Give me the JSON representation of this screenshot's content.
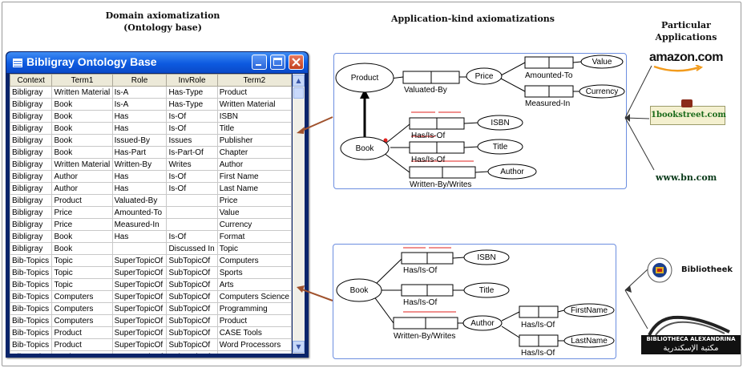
{
  "headers": {
    "domain_line1": "Domain axiomatization",
    "domain_line2": "(Ontology base)",
    "application": "Application-kind axiomatizations",
    "particular": "Particular Applications"
  },
  "window": {
    "title": "Bibligray Ontology Base",
    "columns": [
      "Context",
      "Term1",
      "Role",
      "InvRole",
      "Term2"
    ],
    "rows": [
      [
        "Bibligray",
        "Written Material",
        "Is-A",
        "Has-Type",
        "Product"
      ],
      [
        "Bibligray",
        "Book",
        "Is-A",
        "Has-Type",
        "Written Material"
      ],
      [
        "Bibligray",
        "Book",
        "Has",
        "Is-Of",
        "ISBN"
      ],
      [
        "Bibligray",
        "Book",
        "Has",
        "Is-Of",
        "Title"
      ],
      [
        "Bibligray",
        "Book",
        "Issued-By",
        "Issues",
        "Publisher"
      ],
      [
        "Bibligray",
        "Book",
        "Has-Part",
        "Is-Part-Of",
        "Chapter"
      ],
      [
        "Bibligray",
        "Written Material",
        "Written-By",
        "Writes",
        "Author"
      ],
      [
        "Bibligray",
        "Author",
        "Has",
        "Is-Of",
        "First Name"
      ],
      [
        "Bibligray",
        "Author",
        "Has",
        "Is-Of",
        "Last Name"
      ],
      [
        "Bibligray",
        "Product",
        "Valuated-By",
        "",
        "Price"
      ],
      [
        "Bibligray",
        "Price",
        "Amounted-To",
        "",
        "Value"
      ],
      [
        "Bibligray",
        "Price",
        "Measured-In",
        "",
        "Currency"
      ],
      [
        "Bibligray",
        "Book",
        "Has",
        "Is-Of",
        "Format"
      ],
      [
        "Bibligray",
        "Book",
        "",
        "Discussed In",
        "Topic"
      ],
      [
        "Bib-Topics",
        "Topic",
        "SuperTopicOf",
        "SubTopicOf",
        "Computers"
      ],
      [
        "Bib-Topics",
        "Topic",
        "SuperTopicOf",
        "SubTopicOf",
        "Sports"
      ],
      [
        "Bib-Topics",
        "Topic",
        "SuperTopicOf",
        "SubTopicOf",
        "Arts"
      ],
      [
        "Bib-Topics",
        "Computers",
        "SuperTopicOf",
        "SubTopicOf",
        "Computers Science"
      ],
      [
        "Bib-Topics",
        "Computers",
        "SuperTopicOf",
        "SubTopicOf",
        "Programming"
      ],
      [
        "Bib-Topics",
        "Computers",
        "SuperTopicOf",
        "SubTopicOf",
        "Product"
      ],
      [
        "Bib-Topics",
        "Product",
        "SuperTopicOf",
        "SubTopicOf",
        "CASE Tools"
      ],
      [
        "Bib-Topics",
        "Product",
        "SuperTopicOf",
        "SubTopicOf",
        "Word Processors"
      ],
      [
        "Bib-Topics",
        "Product",
        "SuperTopicOf",
        "SubTopicOf",
        "DBMS"
      ]
    ]
  },
  "top_diagram": {
    "product": "Product",
    "valuated_by": "Valuated-By",
    "price": "Price",
    "amounted_to": "Amounted-To",
    "measured_in": "Measured-In",
    "value": "Value",
    "currency": "Currency",
    "book": "Book",
    "has_is_of_isbn": "Has/Is-Of",
    "isbn": "ISBN",
    "has_is_of_title": "Has/Is-Of",
    "title": "Title",
    "written_by": "Written-By/Writes",
    "author": "Author"
  },
  "bottom_diagram": {
    "book": "Book",
    "has_is_of_isbn": "Has/Is-Of",
    "isbn": "ISBN",
    "has_is_of_title": "Has/Is-Of",
    "title": "Title",
    "written_by": "Written-By/Writes",
    "author": "Author",
    "has_is_of_first": "Has/Is-Of",
    "firstname": "FirstName",
    "has_is_of_last": "Has/Is-Of",
    "lastname": "LastName"
  },
  "logos": {
    "amazon": "amazon.com",
    "bookstreet": "1bookstreet.com",
    "bn": "www.bn.com",
    "bibliotheek": "Bibliotheek",
    "alexandrina": "BIBLIOTHECA ALEXANDRINA",
    "alexandrina_arabic": "مكتبة الإسكندرية"
  },
  "colors": {
    "panel_border": "#6c8ee0",
    "constraint_red": "#e0201c",
    "pointer_arrow": "#a0522d",
    "titlebar": "#0d5ae0"
  }
}
